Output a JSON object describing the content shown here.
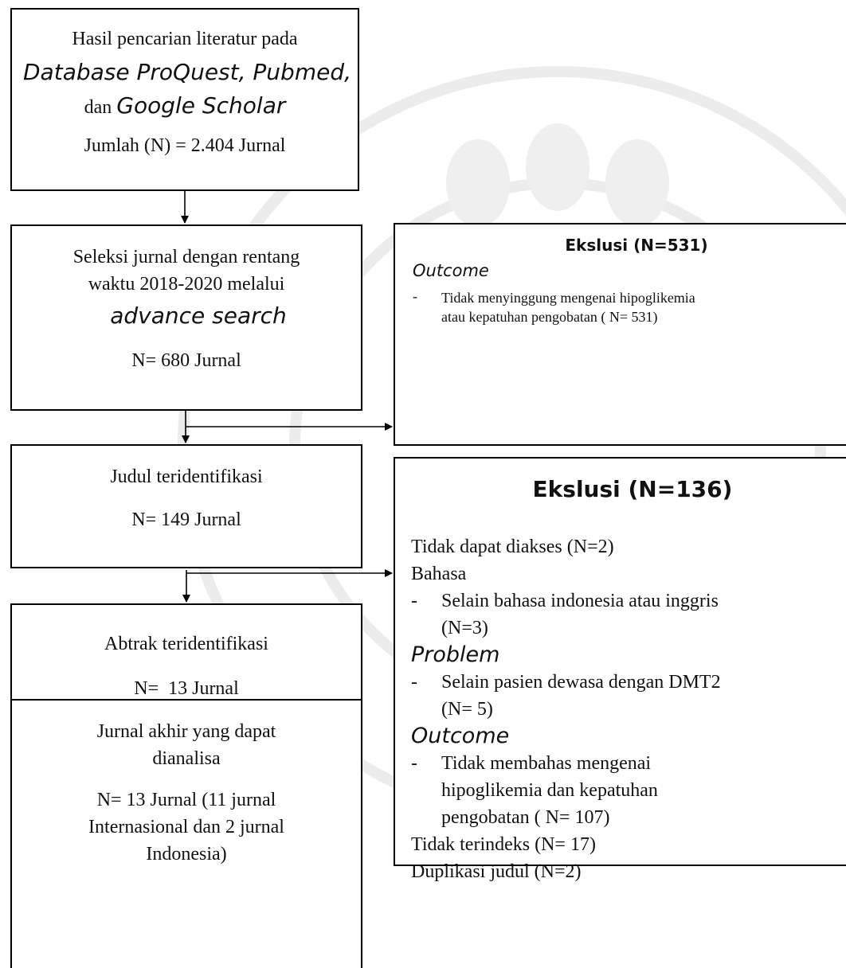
{
  "box1": {
    "line1": "Hasil pencarian literatur pada",
    "line2": "Database ProQuest, Pubmed,",
    "line3_pre": "dan ",
    "line3_ital": "Google Scholar",
    "count": "Jumlah (N) = 2.404 Jurnal"
  },
  "box2": {
    "line1": "Seleksi jurnal dengan rentang",
    "line2": "waktu 2018-2020 melalui",
    "line3": "advance search",
    "count": "N= 680 Jurnal"
  },
  "box3": {
    "line1": "Judul teridentifikasi",
    "count": "N= 149 Jurnal"
  },
  "box4": {
    "line1": "Abtrak teridentifikasi",
    "count": "N=  13 Jurnal"
  },
  "box5": {
    "line1": "Jurnal akhir yang dapat",
    "line2": "dianalisa",
    "line3": "N= 13 Jurnal (11 jurnal",
    "line4": "Internasional dan 2 jurnal",
    "line5": "Indonesia)"
  },
  "excl1": {
    "title": "Ekslusi (N=531)",
    "category": "Outcome",
    "dash": "-",
    "item_line1": "Tidak menyinggung mengenai hipoglikemia",
    "item_line2": "atau kepatuhan pengobatan ( N= 531)"
  },
  "excl2": {
    "title": "Ekslusi (N=136)",
    "line1": "Tidak dapat diakses (N=2)",
    "cat1": "Bahasa",
    "dash": "-",
    "cat1_item_l1": "Selain bahasa indonesia atau inggris",
    "cat1_item_l2": "(N=3)",
    "cat2": "Problem",
    "cat2_item_l1": "Selain pasien dewasa dengan DMT2",
    "cat2_item_l2": "(N= 5)",
    "cat3": "Outcome",
    "cat3_item_l1": "Tidak membahas mengenai",
    "cat3_item_l2": "hipoglikemia dan kepatuhan",
    "cat3_item_l3": "pengobatan ( N= 107)",
    "line_end1": "Tidak terindeks (N= 17)",
    "line_end2": "Duplikasi judul (N=2)"
  },
  "colors": {
    "stroke": "#000000",
    "text": "#111111",
    "watermark": "#e6e6e6"
  }
}
